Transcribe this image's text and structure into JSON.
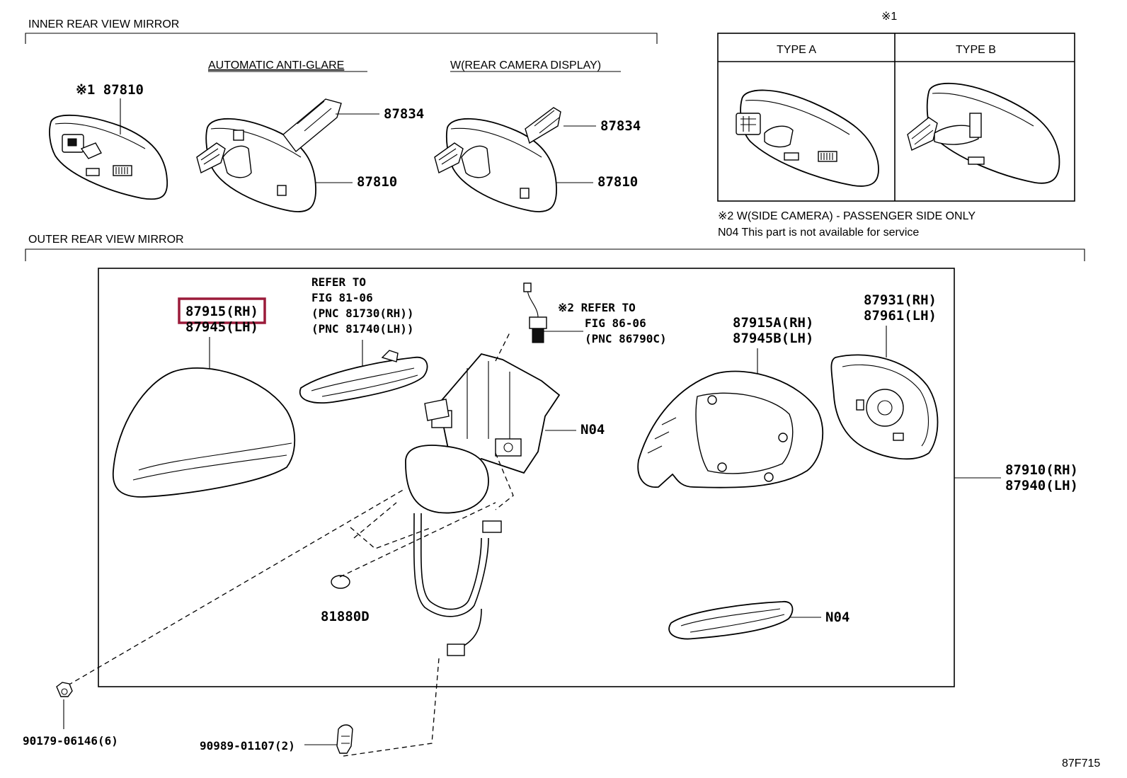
{
  "sections": {
    "inner": "INNER REAR VIEW MIRROR",
    "outer": "OUTER REAR VIEW MIRROR"
  },
  "variants": {
    "anti_glare": "AUTOMATIC ANTI-GLARE",
    "rear_camera": "W(REAR CAMERA DISPLAY)"
  },
  "inner_parts": {
    "mirror_base": "※1 87810",
    "rain_sensor_cover_1": "87834",
    "mirror_1": "87810",
    "rain_sensor_cover_2": "87834",
    "mirror_2": "87810"
  },
  "type_table": {
    "mark": "※1",
    "type_a": "TYPE  A",
    "type_b": "TYPE  B"
  },
  "notes": {
    "side_camera": "※2 W(SIDE CAMERA) - PASSENGER SIDE ONLY",
    "n04": "N04 This part is not available for service"
  },
  "outer_parts": {
    "cover_rh": "87915(RH)",
    "cover_lh": "87945(LH)",
    "refer_1": [
      "REFER TO",
      "FIG 81-06",
      "(PNC 81730(RH))",
      "(PNC 81740(LH))"
    ],
    "refer_2": [
      "※2 REFER TO",
      "FIG 86-06",
      "(PNC 86790C)"
    ],
    "housing_rh": "87915A(RH)",
    "housing_lh": "87945B(LH)",
    "glass_rh": "87931(RH)",
    "glass_lh": "87961(LH)",
    "assy_rh": "87910(RH)",
    "assy_lh": "87940(LH)",
    "motor": "N04",
    "lamp": "N04",
    "cap": "81880D",
    "nut": "90179-06146(6)",
    "clip": "90989-01107(2)"
  },
  "highlight_color": "#9b1b3a",
  "figure_code": "87F715"
}
